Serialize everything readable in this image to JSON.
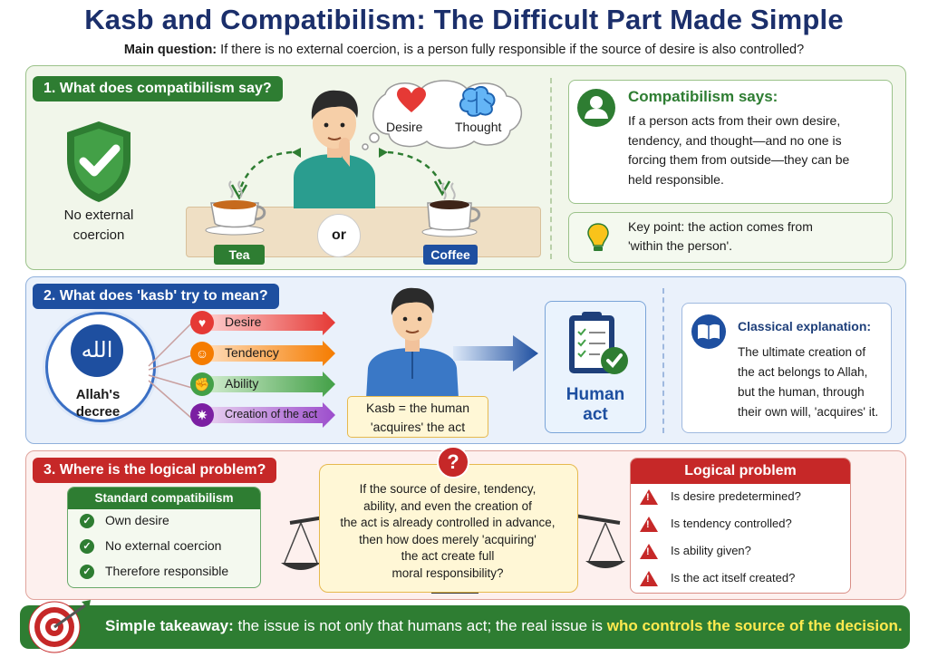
{
  "title": "Kasb and Compatibilism: The Difficult Part Made Simple",
  "main_question": {
    "label": "Main question:",
    "text": "If there is no external coercion, is a person fully responsible if the source of desire is also controlled?"
  },
  "section1": {
    "heading": "1. What does compatibilism say?",
    "shield_label_line1": "No external",
    "shield_label_line2": "coercion",
    "thought_desire": "Desire",
    "thought_thought": "Thought",
    "cup_left": "Tea",
    "or": "or",
    "cup_right": "Coffee",
    "card_title": "Compatibilism says:",
    "card_lines": [
      "If a person acts from their own desire,",
      "tendency, and thought—and no one is",
      "forcing them from outside—they can be",
      "held responsible."
    ],
    "key_line1": "Key point: the action comes from",
    "key_line2": "'within the person'."
  },
  "section2": {
    "heading": "2. What does 'kasb' try to mean?",
    "allah_label_line1": "Allah's",
    "allah_label_line2": "decree",
    "allah_calligraphy": "الله",
    "arrows": [
      {
        "label": "Desire",
        "color": "#e53935"
      },
      {
        "label": "Tendency",
        "color": "#f57c00"
      },
      {
        "label": "Ability",
        "color": "#43a047"
      },
      {
        "label": "Creation of the act",
        "color": "#7b1fa2"
      }
    ],
    "kasb_line1": "Kasb = the human",
    "kasb_line2": "'acquires' the act",
    "human_act_line1": "Human",
    "human_act_line2": "act",
    "classical_title": "Classical explanation:",
    "classical_lines": [
      "The ultimate creation of",
      "the act belongs to Allah,",
      "but the human, through",
      "their own will, 'acquires' it."
    ]
  },
  "section3": {
    "heading": "3. Where is the logical problem?",
    "standard_title": "Standard compatibilism",
    "standard_items": [
      "Own desire",
      "No external coercion",
      "Therefore responsible"
    ],
    "question_mark": "?",
    "center_lines": [
      "If the source of desire, tendency,",
      "ability, and even the creation of",
      "the act is already controlled in advance,",
      "then how does merely 'acquiring'",
      "the act create full",
      "moral responsibility?"
    ],
    "logical_title": "Logical problem",
    "logical_items": [
      "Is desire predetermined?",
      "Is tendency controlled?",
      "Is ability given?",
      "Is the act itself created?"
    ]
  },
  "takeaway": {
    "label": "Simple takeaway:",
    "text": " the issue is not only that humans act; the real issue is ",
    "highlight": "who controls the source of the decision."
  }
}
